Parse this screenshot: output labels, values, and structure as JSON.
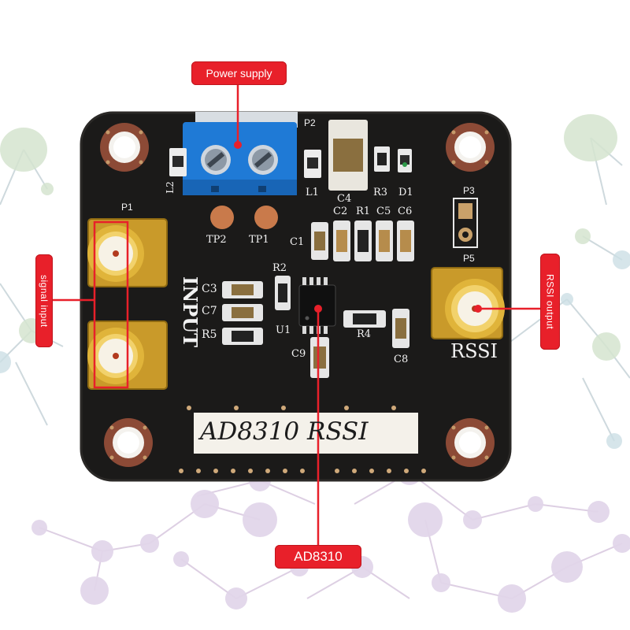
{
  "callouts": {
    "power_supply": "Power supply",
    "signal_input": "signal input",
    "rssi_output": "RSSI output",
    "ad8310": "AD8310"
  },
  "silkscreen": {
    "board_title": "AD8310  RSSI",
    "input_label": "INPUT",
    "rssi_label": "RSSI",
    "p1": "P1",
    "p2": "P2",
    "p3": "P3",
    "p5": "P5",
    "l1": "L1",
    "l2": "L2",
    "c4": "C4",
    "r3": "R3",
    "d1": "D1",
    "c2": "C2",
    "r1": "R1",
    "c5": "C5",
    "c6": "C6",
    "c1": "C1",
    "tp2": "TP2",
    "tp1": "TP1",
    "c3": "C3",
    "c7": "C7",
    "r5": "R5",
    "r2": "R2",
    "u1": "U1",
    "c9": "C9",
    "r4": "R4",
    "c8": "C8"
  },
  "colors": {
    "callout_red": "#e8202a",
    "pcb_black": "#1b1a19",
    "terminal_blue": "#1f7ad6",
    "sma_gold": "#d6a42a",
    "network_node": "#c9d9c7",
    "network_line": "#b9c9cf"
  }
}
